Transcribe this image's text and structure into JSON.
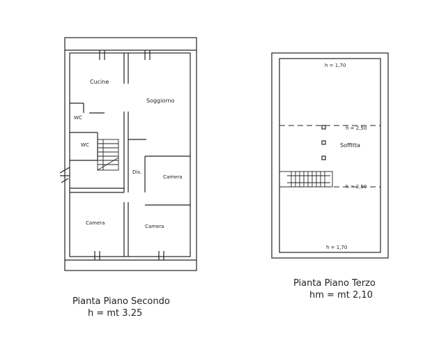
{
  "floor_second": {
    "rooms": {
      "cucina": "Cucine",
      "soggiorno": "Soggiorno",
      "wc_upper": "WC",
      "wc_lower": "WC",
      "disimpegno": "Dis.",
      "camera_right": "Camera",
      "camera_left": "Camera",
      "camera_bottom": "Camera"
    },
    "caption_title": "Pianta Piano Secondo",
    "caption_height": "h = mt 3.25"
  },
  "floor_third": {
    "labels": {
      "h_top": "h = 1,70",
      "h_upper": "h = 2,50",
      "room": "Soffitta",
      "h_lower": "h = 2,50",
      "h_bottom": "h = 1,70"
    },
    "caption_title": "Pianta Piano Terzo",
    "caption_height": "hm = mt 2,10"
  }
}
